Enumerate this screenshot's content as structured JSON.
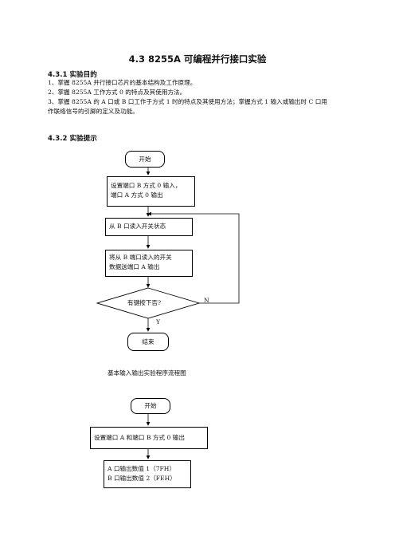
{
  "section": {
    "title": "4.3    8255A 可编程并行接口实验",
    "h_purpose": "4.3.1    实验目的",
    "purpose": [
      "1、掌握 8255A 并行接口芯片的基本结构及工作原理。",
      "2、掌握 8255A 工作方式 0 的特点及其使用方法。",
      "3、掌握 8255A 的 A 口或 B 口工作于方式 1 时的特点及其使用方法；掌握方式 1 输入或输出时 C 口用",
      "作联络信号的引脚的定义及功能。"
    ],
    "h_hint": "4.3.2  实验提示"
  },
  "flow1": {
    "start": "开始",
    "set_line1": "设置端口 B 方式 0 输入，",
    "set_line2": "端口 A 方式 0 输出",
    "read": "从 B 口读入开关状态",
    "send_line1": "将从  B  端口读入的开关",
    "send_line2": "数据送端口 A 输出",
    "decision": "有键按下否?",
    "no": "N",
    "yes": "Y",
    "end": "结束",
    "caption": "基本输入输出实验程序流程图"
  },
  "flow2": {
    "start": "开始",
    "set": "设置端口 A 和端口 B 方式 0 输出",
    "out_line1": "A 口输出数值 1（7FH）",
    "out_line2": "B 口输出数值 2（FEH）"
  }
}
